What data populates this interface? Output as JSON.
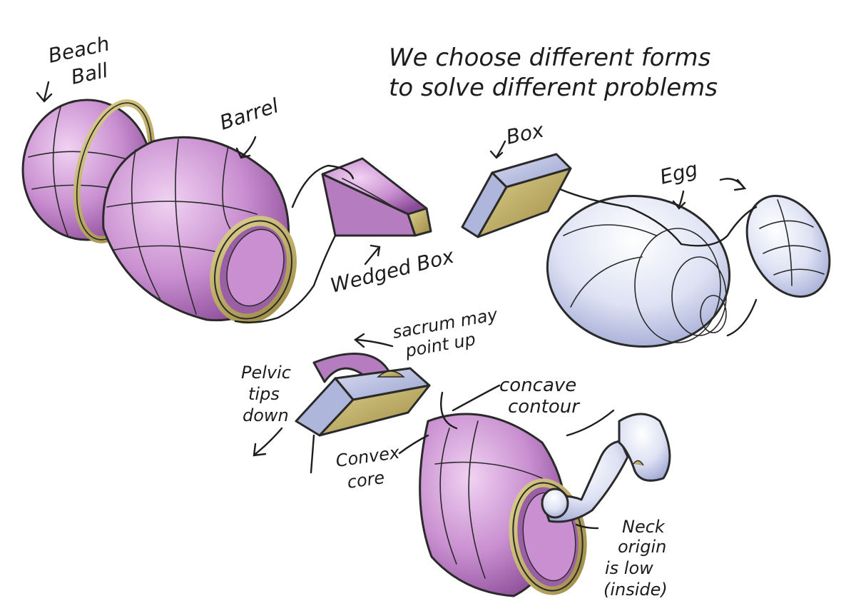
{
  "labels": {
    "headline_line1": "We choose different forms",
    "headline_line2": "to solve different problems",
    "beach_ball_1": "Beach",
    "beach_ball_2": "Ball",
    "barrel": "Barrel",
    "wedged_box": "Wedged Box",
    "box": "Box",
    "egg": "Egg",
    "sacrum_1": "sacrum may",
    "sacrum_2": "point up",
    "pelvic_1": "Pelvic",
    "pelvic_2": "tips",
    "pelvic_3": "down",
    "concave_1": "concave",
    "concave_2": "contour",
    "convex_1": "Convex",
    "convex_2": "core",
    "neck_1": "Neck",
    "neck_2": "origin",
    "neck_3": "is low",
    "neck_4": "(inside)"
  },
  "colors": {
    "purple": "#c98fd0",
    "purple_dark": "#8a4a96",
    "blue": "#c7cde8",
    "blue_dark": "#8c95c4",
    "gold": "#c9b56a",
    "gold_dark": "#8d7a35",
    "ink": "#1c1c1c"
  }
}
